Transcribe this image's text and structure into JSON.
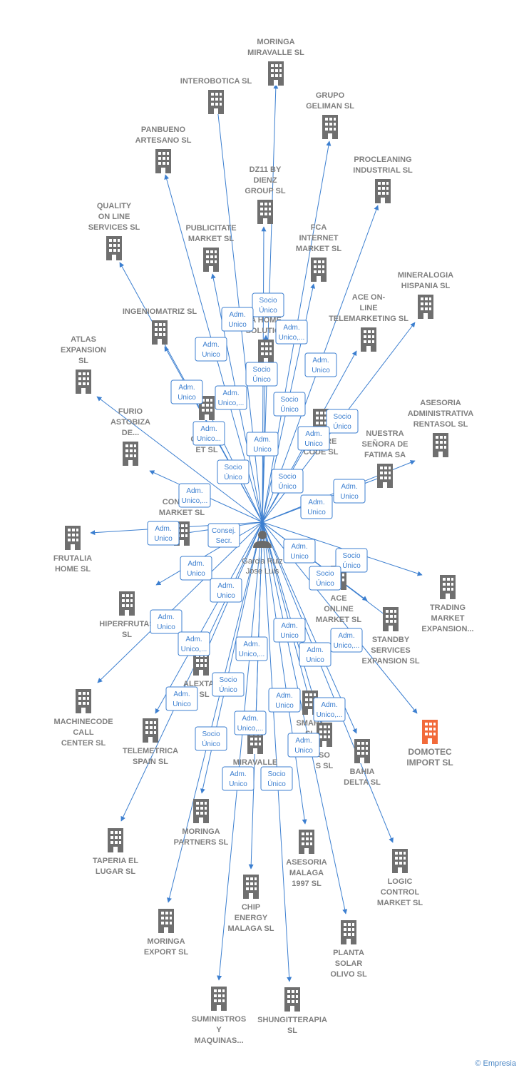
{
  "center": {
    "label_lines": [
      "Garcia Ruiz",
      "Jose Luis"
    ]
  },
  "colors": {
    "edge": "#3c7fd0",
    "node": "#6f6f6f",
    "highlight": "#f26a3a"
  },
  "companies": [
    {
      "id": "c1",
      "lines": [
        "MORINGA",
        "MIRAVALLE  SL"
      ]
    },
    {
      "id": "c2",
      "lines": [
        "INTEROBOTICA SL"
      ]
    },
    {
      "id": "c3",
      "lines": [
        "GRUPO",
        "GELIMAN  SL"
      ]
    },
    {
      "id": "c4",
      "lines": [
        "PANBUENO",
        "ARTESANO  SL"
      ]
    },
    {
      "id": "c5",
      "lines": [
        "PROCLEANING",
        "INDUSTRIAL SL"
      ]
    },
    {
      "id": "c6",
      "lines": [
        "DZ11 BY",
        "DIENZ",
        "GROUP  SL"
      ]
    },
    {
      "id": "c7",
      "lines": [
        "QUALITY",
        "ON LINE",
        "SERVICES  SL"
      ]
    },
    {
      "id": "c8",
      "lines": [
        "PUBLICITATE",
        "MARKET  SL"
      ]
    },
    {
      "id": "c9",
      "lines": [
        "FCA",
        "INTERNET",
        "MARKET  SL"
      ]
    },
    {
      "id": "c10",
      "lines": [
        "MINERALOGIA",
        "HISPANIA  SL"
      ]
    },
    {
      "id": "c11",
      "lines": [
        "INGENIOMATRIZ SL"
      ]
    },
    {
      "id": "c12",
      "lines": [
        "ACE ON-",
        "LINE",
        "TELEMARKETING SL"
      ]
    },
    {
      "id": "c13",
      "lines": [
        "A HOME",
        "SOLUTION"
      ]
    },
    {
      "id": "c14",
      "lines": [
        "ATLAS",
        "EXPANSION",
        "SL"
      ]
    },
    {
      "id": "c15",
      "lines": [
        "SIN",
        "GLUTEN",
        "ET  SL"
      ]
    },
    {
      "id": "c16",
      "lines": [
        "FUTURE",
        "CODE  SL"
      ]
    },
    {
      "id": "c17",
      "lines": [
        "ASESORIA",
        "ADMINISTRATIVA",
        "RENTASOL SL"
      ]
    },
    {
      "id": "c18",
      "lines": [
        "FURIO",
        "ASTOBIZA",
        "DE..."
      ]
    },
    {
      "id": "c19",
      "lines": [
        "NUESTRA",
        "SEÑORA DE",
        "FATIMA SA"
      ]
    },
    {
      "id": "c20",
      "lines": [
        "CONSTRU",
        "MARKET  SL"
      ]
    },
    {
      "id": "c21",
      "lines": [
        "FRUTALIA",
        "HOME  SL"
      ]
    },
    {
      "id": "c22",
      "lines": [
        "TRADING",
        "MARKET",
        "EXPANSION..."
      ]
    },
    {
      "id": "c23",
      "lines": [
        "ACE",
        "ONLINE",
        "MARKET  SL"
      ]
    },
    {
      "id": "c24",
      "lines": [
        "HIPERFRUTAS",
        "SL"
      ]
    },
    {
      "id": "c25",
      "lines": [
        "STANDBY",
        "SERVICES",
        "EXPANSION  SL"
      ]
    },
    {
      "id": "c26",
      "lines": [
        "ALEXTAL",
        "9  SL"
      ]
    },
    {
      "id": "c27",
      "lines": [
        "MACHINECODE",
        "CALL",
        "CENTER  SL"
      ]
    },
    {
      "id": "c28",
      "lines": [
        "DOMOTEC",
        "IMPORT  SL"
      ],
      "highlight": true
    },
    {
      "id": "c29",
      "lines": [
        "TELEMETRICA",
        "SPAIN  SL"
      ]
    },
    {
      "id": "c30",
      "lines": [
        "SMART",
        "SL"
      ]
    },
    {
      "id": "c31",
      "lines": [
        "SO",
        "S  SL"
      ]
    },
    {
      "id": "c32",
      "lines": [
        "MIRAVALLE"
      ]
    },
    {
      "id": "c33",
      "lines": [
        "BAHIA",
        "DELTA SL"
      ]
    },
    {
      "id": "c34",
      "lines": [
        "MORINGA",
        "PARTNERS  SL"
      ]
    },
    {
      "id": "c35",
      "lines": [
        "TAPERIA EL",
        "LUGAR SL"
      ]
    },
    {
      "id": "c36",
      "lines": [
        "ASESORIA",
        "MALAGA",
        "1997  SL"
      ]
    },
    {
      "id": "c37",
      "lines": [
        "LOGIC",
        "CONTROL",
        "MARKET  SL"
      ]
    },
    {
      "id": "c38",
      "lines": [
        "CHIP",
        "ENERGY",
        "MALAGA  SL"
      ]
    },
    {
      "id": "c39",
      "lines": [
        "MORINGA",
        "EXPORT  SL"
      ]
    },
    {
      "id": "c40",
      "lines": [
        "PLANTA",
        "SOLAR",
        "OLIVO SL"
      ]
    },
    {
      "id": "c41",
      "lines": [
        "SUMINISTROS",
        "Y",
        "MAQUINAS..."
      ]
    },
    {
      "id": "c42",
      "lines": [
        "SHUNGITTERAPIA",
        "SL"
      ]
    }
  ],
  "relations": [
    {
      "id": "r1",
      "lines": [
        "Socio",
        "Único"
      ]
    },
    {
      "id": "r2",
      "lines": [
        "Adm.",
        "Unico"
      ]
    },
    {
      "id": "r3",
      "lines": [
        "Adm.",
        "Unico,..."
      ]
    },
    {
      "id": "r4",
      "lines": [
        "Adm.",
        "Unico"
      ]
    },
    {
      "id": "r5",
      "lines": [
        "Socio",
        "Único"
      ]
    },
    {
      "id": "r6",
      "lines": [
        "Adm.",
        "Unico"
      ]
    },
    {
      "id": "r7",
      "lines": [
        "Adm.",
        "Unico"
      ]
    },
    {
      "id": "r8",
      "lines": [
        "Adm.",
        "Unico,..."
      ]
    },
    {
      "id": "r9",
      "lines": [
        "Socio",
        "Único"
      ]
    },
    {
      "id": "r10",
      "lines": [
        "Socio",
        "Único"
      ]
    },
    {
      "id": "r11",
      "lines": [
        "Adm.",
        "Unico..."
      ]
    },
    {
      "id": "r12",
      "lines": [
        "Adm.",
        "Unico"
      ]
    },
    {
      "id": "r13",
      "lines": [
        "Adm.",
        "Unico"
      ]
    },
    {
      "id": "r14",
      "lines": [
        "Socio",
        "Único"
      ]
    },
    {
      "id": "r15",
      "lines": [
        "Socio",
        "Único"
      ]
    },
    {
      "id": "r16",
      "lines": [
        "Adm.",
        "Unico"
      ]
    },
    {
      "id": "r17",
      "lines": [
        "Adm.",
        "Unico,..."
      ]
    },
    {
      "id": "r18",
      "lines": [
        "Adm.",
        "Unico"
      ]
    },
    {
      "id": "r19",
      "lines": [
        "Consej.",
        "Secr."
      ]
    },
    {
      "id": "r20",
      "lines": [
        "Adm.",
        "Unico"
      ]
    },
    {
      "id": "r21",
      "lines": [
        "Socio",
        "Único"
      ]
    },
    {
      "id": "r22",
      "lines": [
        "Adm.",
        "Unico"
      ]
    },
    {
      "id": "r23",
      "lines": [
        "Socio",
        "Único"
      ]
    },
    {
      "id": "r24",
      "lines": [
        "Adm.",
        "Unico"
      ]
    },
    {
      "id": "r25",
      "lines": [
        "Adm.",
        "Unico"
      ]
    },
    {
      "id": "r26",
      "lines": [
        "Adm.",
        "Unico"
      ]
    },
    {
      "id": "r27",
      "lines": [
        "Adm.",
        "Unico"
      ]
    },
    {
      "id": "r28",
      "lines": [
        "Adm.",
        "Unico,..."
      ]
    },
    {
      "id": "r29",
      "lines": [
        "Adm.",
        "Unico,..."
      ]
    },
    {
      "id": "r30",
      "lines": [
        "Adm.",
        "Unico"
      ]
    },
    {
      "id": "r31",
      "lines": [
        "Adm.",
        "Unico,..."
      ]
    },
    {
      "id": "r32",
      "lines": [
        "Socio",
        "Único"
      ]
    },
    {
      "id": "r33",
      "lines": [
        "Adm.",
        "Unico"
      ]
    },
    {
      "id": "r34",
      "lines": [
        "Adm.",
        "Unico"
      ]
    },
    {
      "id": "r35",
      "lines": [
        "Adm.",
        "Unico,..."
      ]
    },
    {
      "id": "r36",
      "lines": [
        "Adm.",
        "Unico,..."
      ]
    },
    {
      "id": "r37",
      "lines": [
        "Socio",
        "Único"
      ]
    },
    {
      "id": "r38",
      "lines": [
        "Adm.",
        "Unico"
      ]
    },
    {
      "id": "r39",
      "lines": [
        "Adm.",
        "Unico"
      ]
    },
    {
      "id": "r40",
      "lines": [
        "Socio",
        "Único"
      ]
    }
  ],
  "footer": {
    "copyright": "©",
    "brand": "Empresia"
  }
}
